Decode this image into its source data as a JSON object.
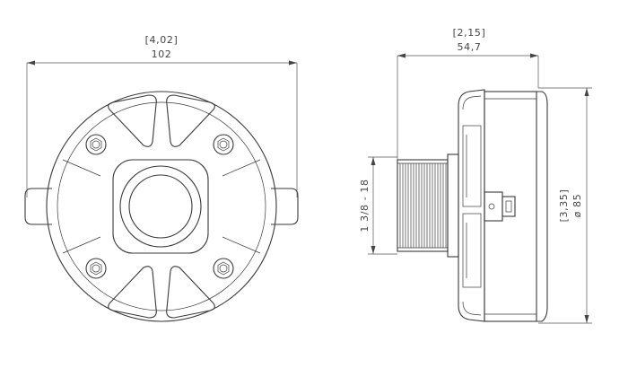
{
  "front_view": {
    "width_in": "[4,02]",
    "width_mm": "102"
  },
  "side_view": {
    "depth_in": "[2,15]",
    "depth_mm": "54,7",
    "thread_label": "1 3/8 - 18",
    "diameter_in": "[3,35]",
    "diameter_mm": "ø 85"
  }
}
